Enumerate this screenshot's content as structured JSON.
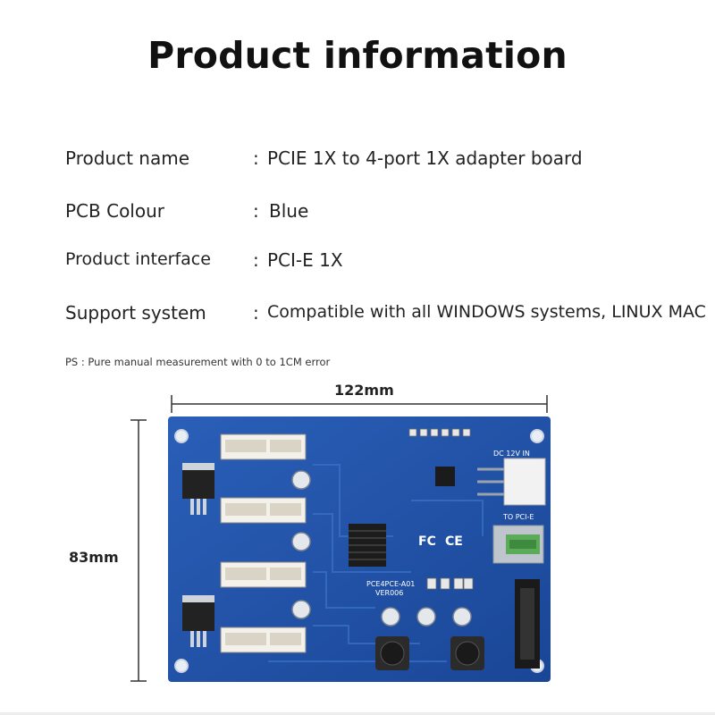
{
  "title": "Product information",
  "specs": [
    {
      "label": "Product name",
      "value": "PCIE 1X to 4-port 1X adapter board"
    },
    {
      "label": "PCB Colour",
      "value": "Blue"
    },
    {
      "label": "Product interface",
      "value": "PCI-E 1X"
    },
    {
      "label": "Support system",
      "value": "Compatible with all WINDOWS systems, LINUX MAC"
    }
  ],
  "separator": ":",
  "note": "PS : Pure manual measurement with 0 to 1CM error",
  "dimensions": {
    "width": "122mm",
    "height": "83mm"
  },
  "board": {
    "pcb_color": "#1d4fa3",
    "silkscreen": {
      "model": "PCE4PCE-A01",
      "version": "VER006",
      "dc_in": "DC 12V IN",
      "to_pcie": "TO PCI-E"
    }
  }
}
